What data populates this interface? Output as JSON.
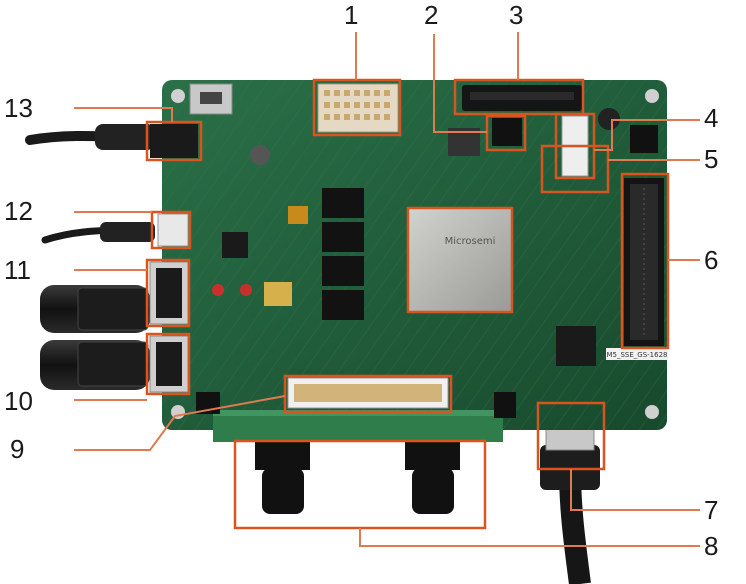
{
  "figure": {
    "callouts": [
      {
        "id": "1",
        "label": "1"
      },
      {
        "id": "2",
        "label": "2"
      },
      {
        "id": "3",
        "label": "3"
      },
      {
        "id": "4",
        "label": "4"
      },
      {
        "id": "5",
        "label": "5"
      },
      {
        "id": "6",
        "label": "6"
      },
      {
        "id": "7",
        "label": "7"
      },
      {
        "id": "8",
        "label": "8"
      },
      {
        "id": "9",
        "label": "9"
      },
      {
        "id": "10",
        "label": "10"
      },
      {
        "id": "11",
        "label": "11"
      },
      {
        "id": "12",
        "label": "12"
      },
      {
        "id": "13",
        "label": "13"
      }
    ],
    "board_silkscreen": "M5_SSE_GS-1628",
    "chip_logo_text": "Microsemi",
    "colors": {
      "pcb": "#1f5e3a",
      "pcb_dark": "#163f28",
      "highlight": "#d9541e",
      "leader": "#e07a50",
      "cable": "#1c1c1c",
      "chip": "#b8b8b4"
    }
  }
}
